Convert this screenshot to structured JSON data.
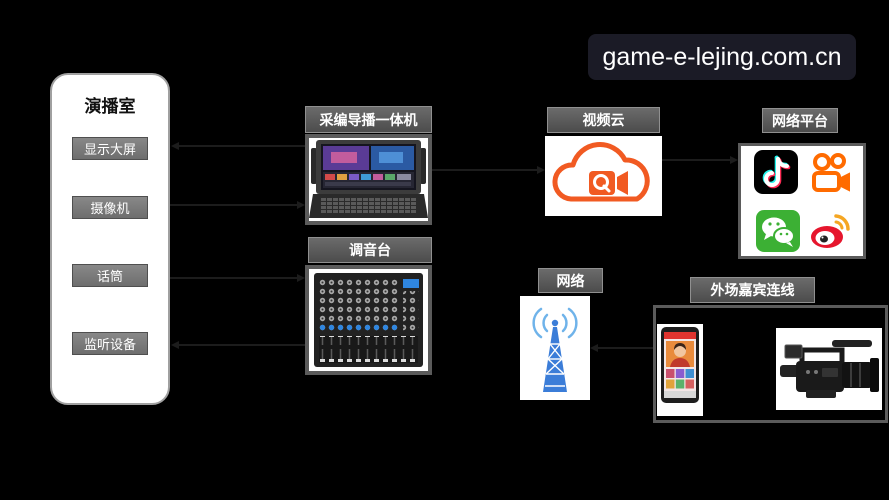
{
  "watermark": {
    "text": "game-e-lejing.com.cn"
  },
  "studio": {
    "title": "演播室",
    "items": [
      "显示大屏",
      "摄像机",
      "话筒",
      "监听设备"
    ]
  },
  "nodes": {
    "encoder": {
      "label": "采编导播一体机",
      "icon": "broadcast-production-device"
    },
    "mixer": {
      "label": "调音台",
      "icon": "audio-mixer"
    },
    "cloud": {
      "label": "视频云",
      "icon": "video-cloud-icon"
    },
    "platforms": {
      "label": "网络平台",
      "icons": [
        "douyin-icon",
        "kuaishou-icon",
        "wechat-icon",
        "weibo-icon"
      ]
    },
    "network": {
      "label": "网络",
      "icon": "signal-tower-icon"
    },
    "remote": {
      "label": "外场嘉宾连线",
      "icons": [
        "smartphone-icon",
        "camcorder-icon"
      ]
    }
  },
  "colors": {
    "background": "#000000",
    "tag_fill": "#5a5a5a",
    "cloud_accent": "#f15a22",
    "tower_blue": "#3b7dd8",
    "wechat_green": "#3cb034",
    "weibo_red": "#e6162d",
    "kuaishou_orange": "#ff6b00"
  }
}
